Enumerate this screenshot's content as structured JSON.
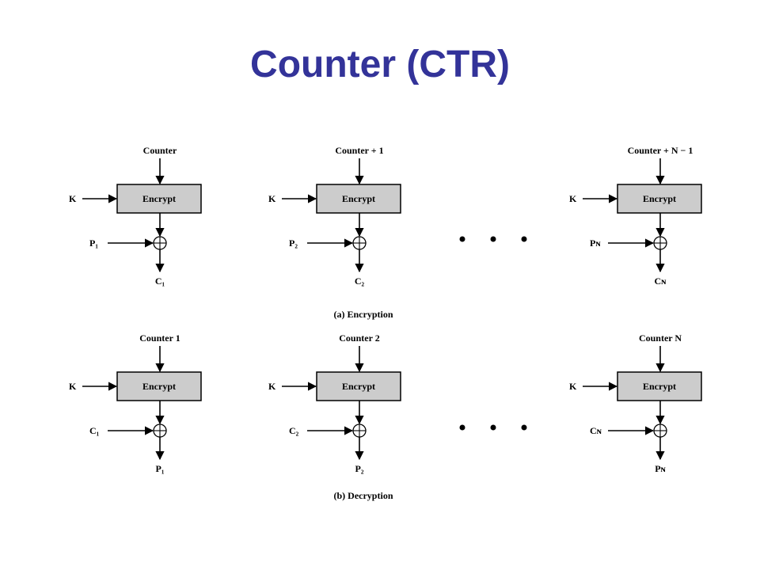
{
  "title": "Counter (CTR)",
  "box_label": "Encrypt",
  "key_label": "K",
  "encryption": {
    "caption": "(a) Encryption",
    "stages": [
      {
        "counter": "Counter",
        "input": "P₁",
        "output": "C₁"
      },
      {
        "counter": "Counter + 1",
        "input": "P₂",
        "output": "C₂"
      },
      {
        "counter": "Counter + N − 1",
        "input": "Pɴ",
        "output": "Cɴ"
      }
    ]
  },
  "decryption": {
    "caption": "(b) Decryption",
    "stages": [
      {
        "counter": "Counter 1",
        "input": "C₁",
        "output": "P₁"
      },
      {
        "counter": "Counter 2",
        "input": "C₂",
        "output": "P₂"
      },
      {
        "counter": "Counter N",
        "input": "Cɴ",
        "output": "Pɴ"
      }
    ]
  },
  "ellipsis_icon": "ellipsis-dots"
}
